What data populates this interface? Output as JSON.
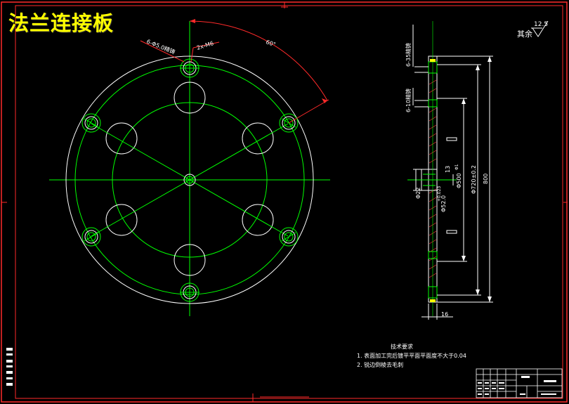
{
  "drawing": {
    "title": "法兰连接板",
    "roughness": {
      "label": "其余",
      "value": "12.5"
    },
    "front_view": {
      "labels": {
        "hole_small": "6-Φ5.0精铸",
        "hole_thread": "2x-M6",
        "angle": "60°"
      }
    },
    "side_view": {
      "labels": {
        "top_thread": "6-35精铸",
        "mid_holes": "6-10精铸",
        "dia_center": "Φ22",
        "dia_bore": "Φ52.0",
        "tol_bore": "+0.023",
        "step": "13",
        "chamfer": "Φ1",
        "dia_500": "Φ500",
        "dia_720": "Φ720±0.2",
        "dia_800": "800",
        "thickness": "16"
      }
    },
    "notes": {
      "heading": "技术要求",
      "items": [
        "1. 表面加工完后镀平平面平面度不大于0.04",
        "2. 锐边倒棱去毛刺"
      ]
    }
  }
}
